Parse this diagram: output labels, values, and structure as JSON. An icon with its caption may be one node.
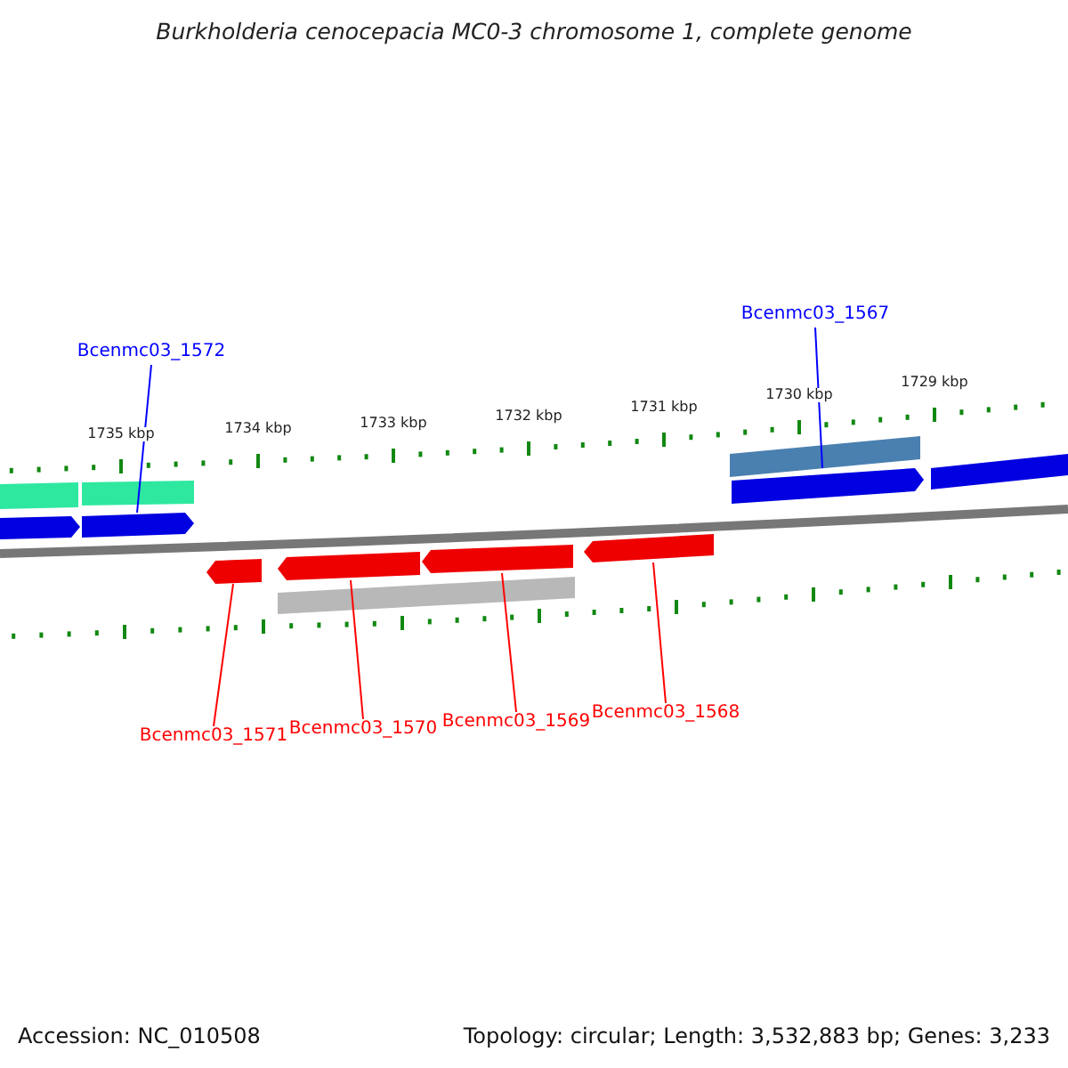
{
  "diagram": {
    "title": "Burkholderia cenocepacia MC0-3 chromosome 1, complete genome",
    "nodes": [
      {
        "text": [
          "Bcenmc03_1572"
        ]
      },
      {
        "text": [
          "Bcenmc03_1567"
        ]
      },
      {
        "text": [],
        "shape": "arrow"
      },
      {
        "text": [],
        "shape": "arrow"
      },
      {
        "text": [],
        "shape": "arrow"
      },
      {
        "text": [],
        "shape": "arrow"
      },
      {
        "text": [],
        "shape": "arrow"
      },
      {
        "text": [],
        "shape": "arrow"
      },
      {
        "text": [
          "Bcenmc03_1571"
        ]
      },
      {
        "text": [
          "Bcenmc03_1570"
        ]
      },
      {
        "text": [
          "Bcenmc03_1569"
        ]
      },
      {
        "text": [
          "Bcenmc03_1568"
        ]
      },
      {
        "text": [],
        "shape": "bar"
      },
      {
        "text": [],
        "shape": "bar"
      },
      {
        "text": [],
        "shape": "arrow"
      },
      {
        "text": [],
        "shape": "bar"
      },
      {
        "text": [],
        "shape": "bar"
      },
      {
        "text": [],
        "shape": "bar"
      }
    ],
    "edges": [
      {
        "from": 0,
        "to": 2,
        "arrow": "none",
        "color": "#0000ff"
      },
      {
        "from": 1,
        "to": 3,
        "arrow": "none",
        "color": "#0000ff"
      },
      {
        "from": 8,
        "to": 4,
        "arrow": "none",
        "color": "#ff0000"
      },
      {
        "from": 9,
        "to": 5,
        "arrow": "none",
        "color": "#ff0000"
      },
      {
        "from": 10,
        "to": 6,
        "arrow": "none",
        "color": "#ff0000"
      },
      {
        "from": 11,
        "to": 7,
        "arrow": "none",
        "color": "#ff0000"
      }
    ],
    "labels": [
      "1735 kbp",
      "1734 kbp",
      "1733 kbp",
      "1732 kbp",
      "1731 kbp",
      "1730 kbp",
      "1729 kbp",
      "Accession: NC_010508",
      "Topology: circular; Length: 3,532,883 bp; Genes: 3,233"
    ]
  }
}
